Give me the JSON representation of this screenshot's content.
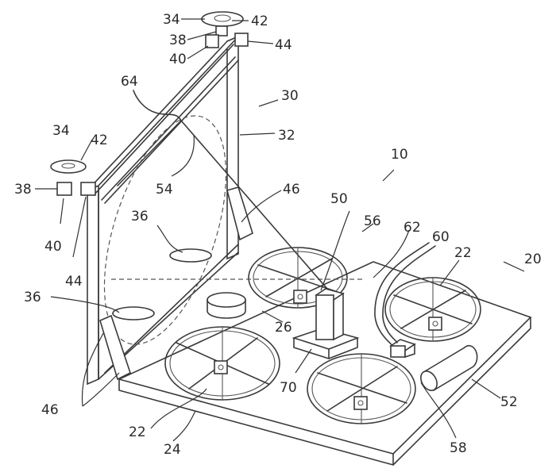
{
  "figure": {
    "labels": {
      "l10": "10",
      "l20": "20",
      "l22a": "22",
      "l22b": "22",
      "l24": "24",
      "l26": "26",
      "l30": "30",
      "l32": "32",
      "l34a": "34",
      "l34b": "34",
      "l36a": "36",
      "l36b": "36",
      "l38a": "38",
      "l38b": "38",
      "l40a": "40",
      "l40b": "40",
      "l42a": "42",
      "l42b": "42",
      "l44a": "44",
      "l44b": "44",
      "l46a": "46",
      "l46b": "46",
      "l50": "50",
      "l52": "52",
      "l54": "54",
      "l56": "56",
      "l58": "58",
      "l60": "60",
      "l62": "62",
      "l64": "64",
      "l70": "70"
    }
  }
}
